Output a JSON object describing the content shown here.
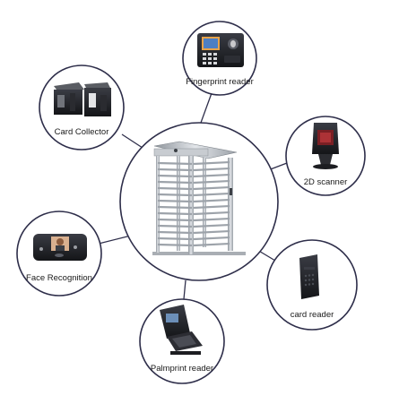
{
  "diagram": {
    "center": {
      "name": "Full height turnstile"
    },
    "nodes": [
      {
        "id": "fingerprint",
        "label": "Fingerprint reader"
      },
      {
        "id": "card_collector",
        "label": "Card Collector"
      },
      {
        "id": "scanner",
        "label": "2D scanner"
      },
      {
        "id": "face",
        "label": "Face Recognition"
      },
      {
        "id": "card_reader",
        "label": "card reader"
      },
      {
        "id": "palmprint",
        "label": "Palmprint reader"
      }
    ]
  },
  "colors": {
    "circle_stroke": "#2e2e4a",
    "connector": "#2e2e4a",
    "metal": "#b7bcc2",
    "device_dark": "#1e1f24"
  }
}
